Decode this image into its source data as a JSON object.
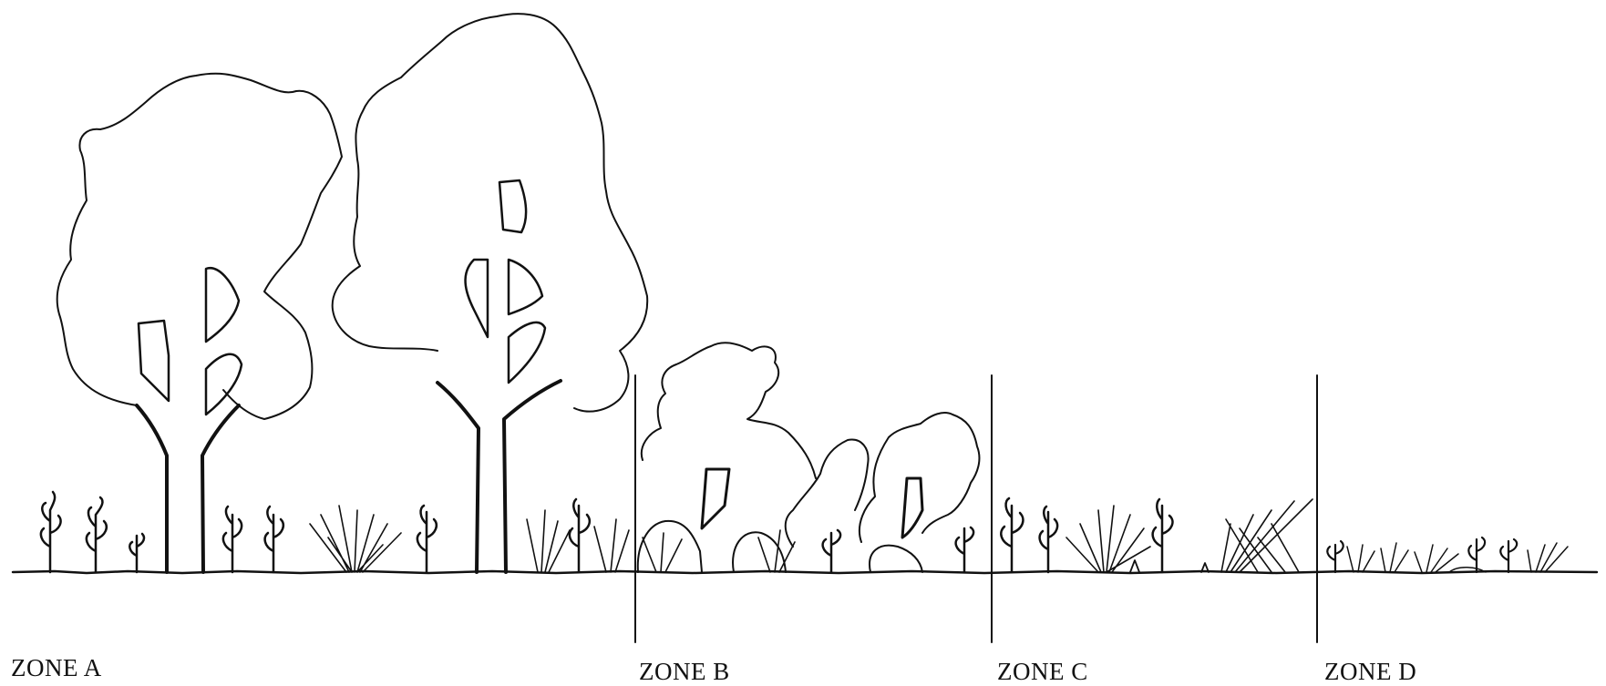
{
  "zones": [
    {
      "label": "ZONE A"
    },
    {
      "label": "ZONE B"
    },
    {
      "label": "ZONE C"
    },
    {
      "label": "ZONE D"
    }
  ],
  "colors": {
    "ink": "#111111",
    "background": "#ffffff"
  }
}
